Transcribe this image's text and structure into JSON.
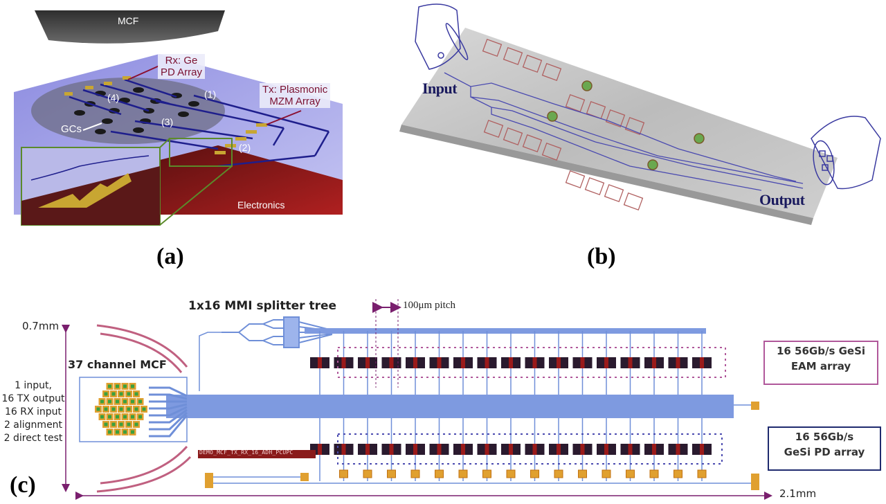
{
  "figure": {
    "panel_a": {
      "label": "(a)",
      "fiber_label": "MCF",
      "rx_callout": [
        "Rx: Ge",
        "PD Array"
      ],
      "tx_callout": [
        "Tx: Plasmonic",
        "MZM Array"
      ],
      "gc_label": "GCs",
      "markers": [
        "(1)",
        "(2)",
        "(3)",
        "(4)"
      ],
      "electronics_label": "Electronics"
    },
    "panel_b": {
      "label": "(b)",
      "input_label": "Input",
      "output_label": "Output"
    },
    "panel_c": {
      "label": "(c)",
      "splitter_title": "1x16 MMI splitter tree",
      "pitch_label": "100μm pitch",
      "height_dim": "0.7mm",
      "width_dim": "2.1mm",
      "mcf_title": "37 channel MCF",
      "io_lines": [
        "1 input,",
        "16 TX output",
        "16 RX input",
        "2 alignment",
        "2 direct test"
      ],
      "chip_tag": "DEMO_MCF_TX_RX_16_ADH_PCUPC",
      "eam_box": [
        "16 56Gb/s GeSi",
        "EAM array"
      ],
      "pd_box": [
        "16 56Gb/s",
        "GeSi PD array"
      ],
      "eam_count": 16,
      "pd_count": 16
    },
    "colors": {
      "waveguide": "#6f8fd8",
      "dimension_arrow": "#7a1f6e",
      "eam_box_border": "#b0579a",
      "pd_box_border": "#1e2a6e",
      "chip_bg": "#9d9ce8",
      "callout_text": "#7a1030"
    }
  }
}
